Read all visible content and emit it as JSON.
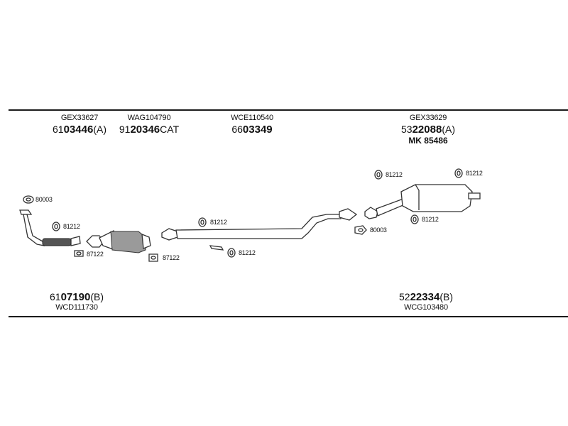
{
  "assemblies": {
    "front_pipe_upper": {
      "code": "GEX33627",
      "prefix": "61",
      "number": "03446",
      "suffix": "(A)"
    },
    "catalyst": {
      "code": "WAG104790",
      "prefix": "91",
      "number": "20346",
      "suffix": "CAT"
    },
    "middle_pipe": {
      "code": "WCE110540",
      "prefix": "66",
      "number": "03349",
      "suffix": ""
    },
    "rear_silencer_upper": {
      "code": "GEX33629",
      "prefix": "53",
      "number": "22088",
      "suffix": "(A)",
      "mounting_kit": "MK 85486"
    },
    "front_pipe_lower": {
      "code": "WCD111730",
      "prefix": "61",
      "number": "07190",
      "suffix": "(B)"
    },
    "rear_silencer_lower": {
      "code": "WCG103480",
      "prefix": "52",
      "number": "22334",
      "suffix": "(B)"
    }
  },
  "parts": {
    "gasket_front": "80003",
    "clamp_front": "81212",
    "gasket_cat_left": "87122",
    "gasket_cat_right": "87122",
    "hanger_mid_top": "81212",
    "hanger_mid_bottom": "81212",
    "hanger_rear_left": "81212",
    "hanger_rear_right": "81212",
    "hanger_rear_bottom": "81212",
    "gasket_rear": "80003"
  }
}
